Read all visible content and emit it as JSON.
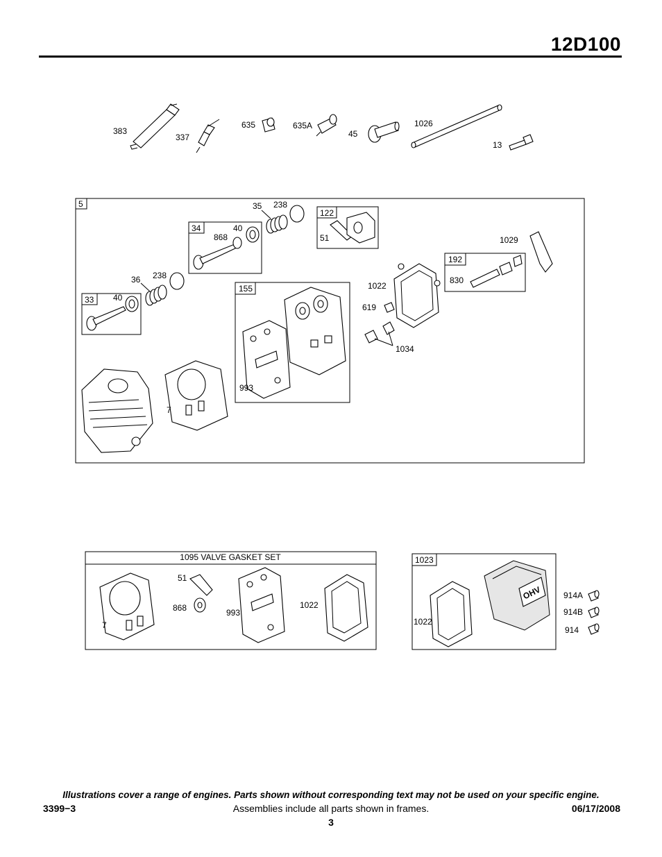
{
  "header": {
    "model": "12D100"
  },
  "callouts": {
    "c383": "383",
    "c337": "337",
    "c635": "635",
    "c635a": "635A",
    "c45": "45",
    "c1026": "1026",
    "c13": "13",
    "c5": "5",
    "c35": "35",
    "c238a": "238",
    "c122": "122",
    "c51a": "51",
    "c34": "34",
    "c40a": "40",
    "c868a": "868",
    "c1029": "1029",
    "c192": "192",
    "c830": "830",
    "c36": "36",
    "c238b": "238",
    "c155": "155",
    "c1022a": "1022",
    "c33": "33",
    "c40b": "40",
    "c619": "619",
    "c1034": "1034",
    "c993a": "993",
    "c7a": "7",
    "c51b": "51",
    "c868b": "868",
    "c993b": "993",
    "c1022b": "1022",
    "c7b": "7",
    "c1023": "1023",
    "c1022c": "1022",
    "c914a": "914A",
    "c914b": "914B",
    "c914": "914"
  },
  "valve_gasket_set": {
    "title": "1095 VALVE GASKET SET"
  },
  "cover_logo": "OHV",
  "footer": {
    "disclaimer": "Illustrations cover a range of engines. Parts shown without corresponding text may not be used on your specific engine.",
    "doc_code": "3399−3",
    "assemblies_note": "Assemblies include all parts shown in frames.",
    "date": "06/17/2008",
    "page_number": "3"
  }
}
